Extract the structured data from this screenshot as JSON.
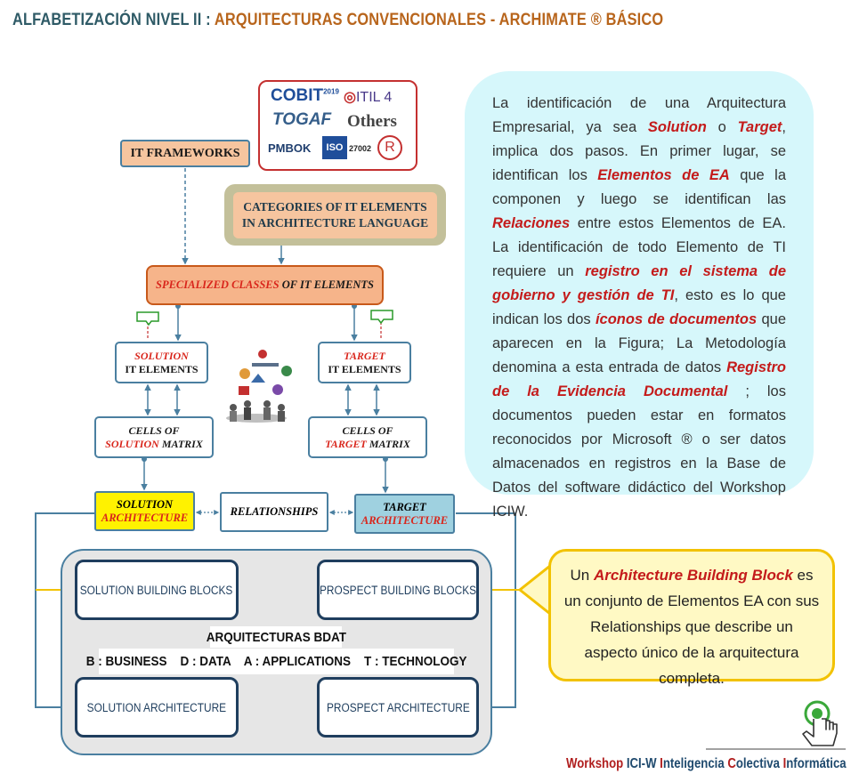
{
  "header": {
    "title_part1": "ALFABETIZACIÓN NIVEL II :",
    "title_part2": "ARQUITECTURAS CONVENCIONALES - ARCHIMATE ® BÁSICO"
  },
  "logos": {
    "cobit": "COBIT",
    "cobit_year": "2019",
    "itil": "ITIL 4",
    "togaf": "TOGAF",
    "others": "Others",
    "pmbok": "PMBOK",
    "iso": "ISO",
    "iso_num": "27002",
    "registered": "R"
  },
  "diagram": {
    "it_frameworks": "IT FRAMEWORKS",
    "categories_line1": "CATEGORIES OF IT ELEMENTS",
    "categories_line2": "IN ARCHITECTURE LANGUAGE",
    "specialized_red": "SPECIALIZED CLASSES",
    "specialized_rest": "OF IT ELEMENTS",
    "solution_elements_red": "SOLUTION",
    "solution_elements_rest": "IT ELEMENTS",
    "target_elements_red": "TARGET",
    "target_elements_rest": "IT ELEMENTS",
    "cells_solution_top": "CELLS OF",
    "cells_solution_red": "SOLUTION",
    "cells_solution_rest": "MATRIX",
    "cells_target_top": "CELLS OF",
    "cells_target_red": "TARGET",
    "cells_target_rest": "MATRIX",
    "solution_arch_top": "SOLUTION",
    "solution_arch_red": "ARCHITECTURE",
    "relationships": "RELATIONSHIPS",
    "target_arch_top": "TARGET",
    "target_arch_red": "ARCHITECTURE",
    "solution_bb": "SOLUTION BUILDING BLOCKS",
    "prospect_bb": "PROSPECT BUILDING BLOCKS",
    "bdat_title": "ARQUITECTURAS BDAT",
    "bdat_legend": "B : BUSINESS    D : DATA    A : APPLICATIONS    T : TECHNOLOGY",
    "solution_architecture": "SOLUTION ARCHITECTURE",
    "prospect_architecture": "PROSPECT ARCHITECTURE"
  },
  "explanation": {
    "s1": "La identificación de una Arquitectura Empresarial, ya sea ",
    "h1": "Solution",
    "s2": " o ",
    "h2": "Target",
    "s3": ", implica dos pasos. En primer lugar, se identifican los ",
    "h3": "Elementos de EA",
    "s4": " que la componen y luego se identifican las ",
    "h4": "Relaciones",
    "s5": " entre estos Elementos de EA. La identificación de todo Elemento de TI requiere un ",
    "h5": "registro en el sistema de gobierno y gestión de TI",
    "s6": ", esto es lo que indican los dos ",
    "h6": "íconos de documentos",
    "s7": " que aparecen en la Figura; La Metodología denomina a esta entrada de datos ",
    "h7": "Registro de la Evidencia Documental",
    "s8": " ; los documentos pueden estar en formatos reconocidos por Microsoft ® o ser datos almacenados en registros en la Base de Datos del software didáctico del Workshop ICIW."
  },
  "callout": {
    "s1": "Un ",
    "h1": "Architecture Building Block",
    "s2": " es un conjunto de Elementos EA con sus Relationships que describe un aspecto único de la arquitectura completa."
  },
  "credit": {
    "p1": "Workshop",
    "p2": "ICI-W",
    "p3": "I",
    "p4": "nteligencia",
    "p5": "C",
    "p6": "olectiva",
    "p7": "I",
    "p8": "nformática"
  },
  "colors": {
    "title_teal": "#2e5a66",
    "title_orange": "#b8651c",
    "accent_red": "#d9261c",
    "frame_blue": "#4a7fa0",
    "solution_yellow": "#fff200",
    "target_blue": "#9fd1e0",
    "panel_cyan": "#d6f7fb",
    "callout_yellow": "#fff9c4"
  }
}
